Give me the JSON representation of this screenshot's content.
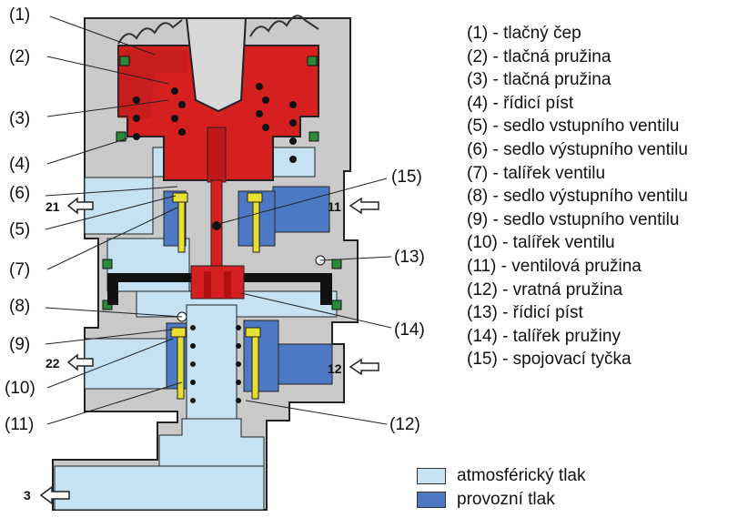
{
  "callouts": [
    "(1)",
    "(2)",
    "(3)",
    "(4)",
    "(6)",
    "(5)",
    "(7)",
    "(8)",
    "(9)",
    "(10)",
    "(11)",
    "(15)",
    "(13)",
    "(14)",
    "(12)"
  ],
  "ports": [
    "21",
    "22",
    "3",
    "11",
    "12"
  ],
  "legend": [
    "(1) - tlačný čep",
    "(2) - tlačná pružina",
    "(3) - tlačná pružina",
    "(4) - řídicí píst",
    "(5) - sedlo vstupního ventilu",
    "(6) - sedlo výstupního ventilu",
    "(7) - talířek ventilu",
    "(8) - sedlo výstupního ventilu",
    "(9) - sedlo vstupního ventilu",
    "(10) - talířek ventilu",
    "(11) - ventilová pružina",
    "(12) - vratná pružina",
    "(13) - řídicí píst",
    "(14) - talířek pružiny",
    "(15) - spojovací tyčka"
  ],
  "pressure_legend": {
    "atmospheric": "atmosférický tlak",
    "operating": "provozní tlak"
  },
  "colors": {
    "atmospheric": "#c5e1f2",
    "operating": "#4d78c3",
    "housing": "#c9c9c9",
    "piston": "#d62020",
    "seat": "#e8e030",
    "black": "#111111"
  }
}
